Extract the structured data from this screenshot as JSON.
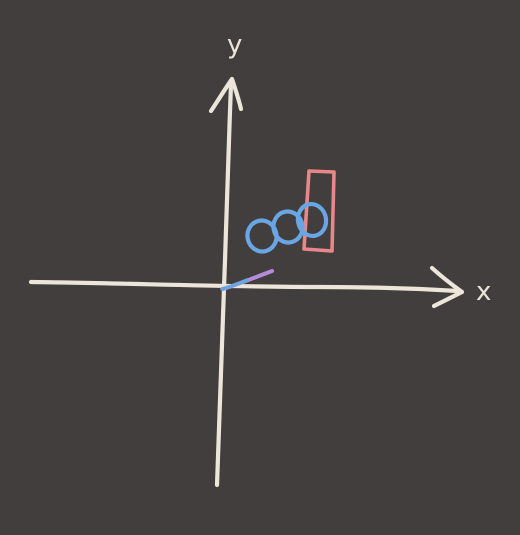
{
  "diagram": {
    "colors": {
      "background": "#423e3d",
      "axes": "#ece6da",
      "rectangle": "#e8878a",
      "circles": "#6aa6e3",
      "segment": "#b38cd9",
      "segment_start": "#6aa6e3"
    },
    "x_axis": {
      "label": "x"
    },
    "y_axis": {
      "label": "y"
    },
    "shapes": {
      "rectangle": "red-outline-rectangle",
      "circles": [
        "blue-circle",
        "blue-circle",
        "blue-circle"
      ],
      "segment": "purple-line-segment"
    }
  }
}
